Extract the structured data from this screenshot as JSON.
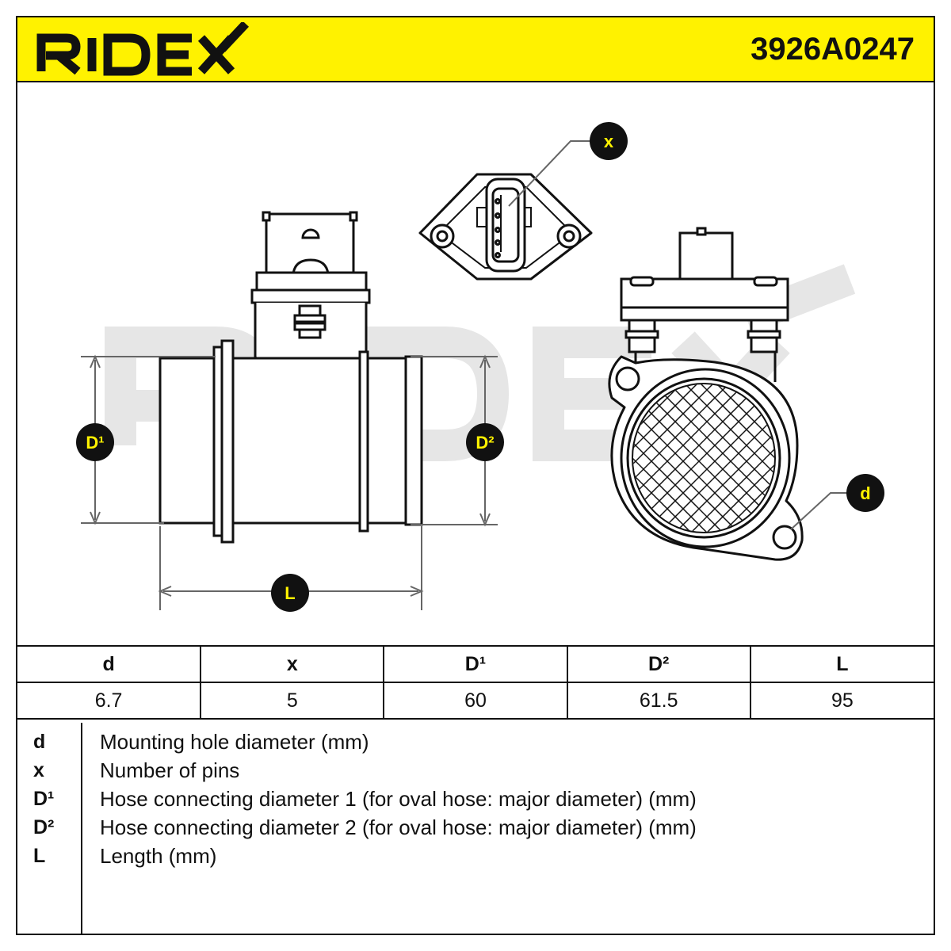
{
  "header": {
    "brand": "RIDEX",
    "part_number": "3926A0247",
    "background": "#fff200"
  },
  "drawing": {
    "watermark": "RIDEX",
    "callouts": {
      "x": "x",
      "d": "d",
      "d1": "D¹",
      "d2": "D²",
      "l": "L"
    }
  },
  "specs": {
    "headers": [
      "d",
      "x",
      "D¹",
      "D²",
      "L"
    ],
    "values": [
      "6.7",
      "5",
      "60",
      "61.5",
      "95"
    ]
  },
  "legend": [
    {
      "key": "d",
      "text": "Mounting hole diameter (mm)"
    },
    {
      "key": "x",
      "text": "Number of pins"
    },
    {
      "key": "D¹",
      "text": "Hose connecting diameter 1 (for oval hose: major diameter) (mm)"
    },
    {
      "key": "D²",
      "text": "Hose connecting diameter 2 (for oval hose: major diameter) (mm)"
    },
    {
      "key": "L",
      "text": "Length (mm)"
    }
  ]
}
